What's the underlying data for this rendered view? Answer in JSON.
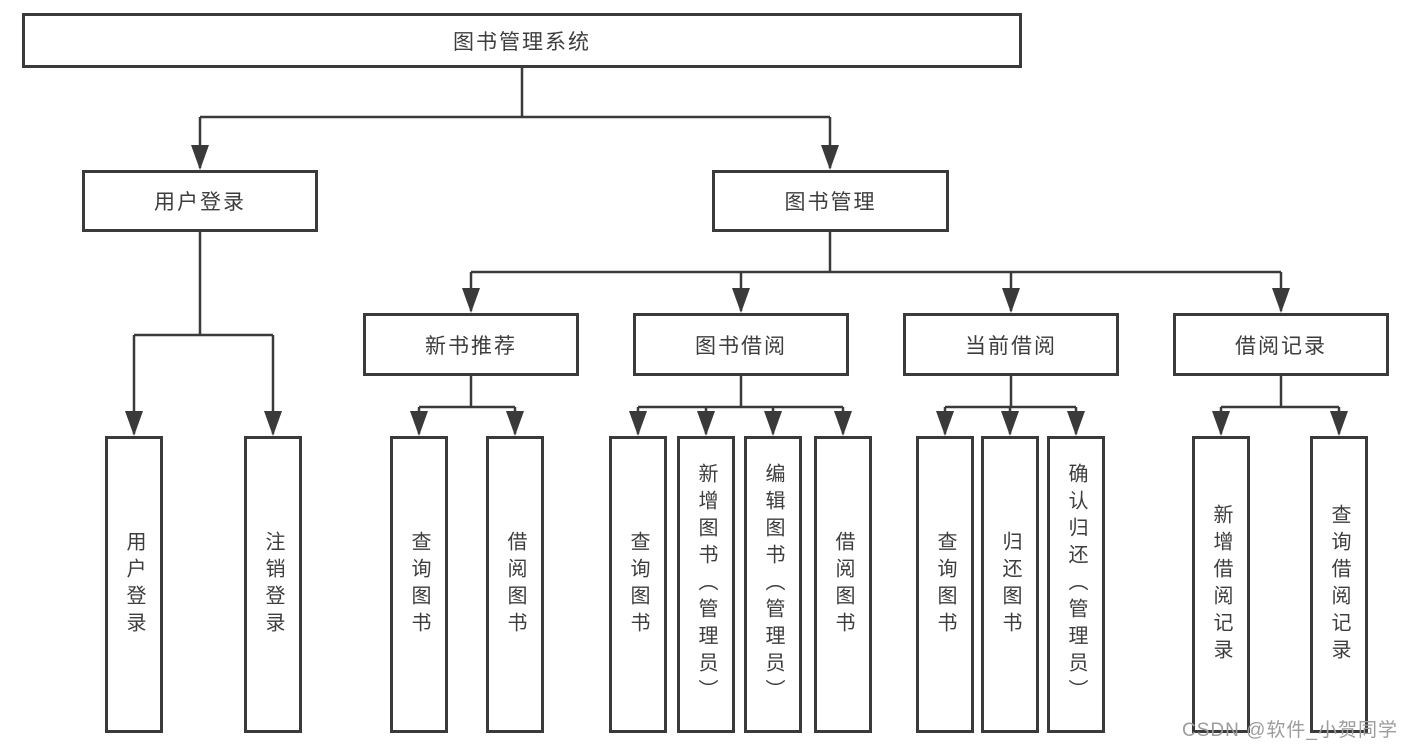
{
  "diagram": {
    "title": "图书管理系统",
    "colors": {
      "line": "#3a3a3a",
      "box_border": "#3a3a3a",
      "text": "#3d3d3d",
      "background": "#ffffff",
      "watermark": "#9c9c9c"
    },
    "nodes": {
      "root": {
        "label": "图书管理系统"
      },
      "user_login": {
        "label": "用户登录"
      },
      "book_management": {
        "label": "图书管理"
      },
      "new_book_recommend": {
        "label": "新书推荐"
      },
      "book_borrowing": {
        "label": "图书借阅"
      },
      "current_borrowing": {
        "label": "当前借阅"
      },
      "borrowing_records": {
        "label": "借阅记录"
      },
      "leaf_user_login": {
        "label": "用户登录"
      },
      "leaf_logout": {
        "label": "注销登录"
      },
      "leaf_nb_query_books": {
        "label": "查询图书"
      },
      "leaf_nb_borrow_books": {
        "label": "借阅图书"
      },
      "leaf_bb_query_books": {
        "label": "查询图书"
      },
      "leaf_bb_add_books": {
        "label": "新增图书（管理员）"
      },
      "leaf_bb_edit_books": {
        "label": "编辑图书（管理员）"
      },
      "leaf_bb_borrow_books": {
        "label": "借阅图书"
      },
      "leaf_cb_query_books": {
        "label": "查询图书"
      },
      "leaf_cb_return_books": {
        "label": "归还图书"
      },
      "leaf_cb_confirm_return": {
        "label": "确认归还（管理员）"
      },
      "leaf_br_add_record": {
        "label": "新增借阅记录"
      },
      "leaf_br_query_record": {
        "label": "查询借阅记录"
      }
    },
    "hierarchy": {
      "图书管理系统": {
        "用户登录": [
          "用户登录",
          "注销登录"
        ],
        "图书管理": {
          "新书推荐": [
            "查询图书",
            "借阅图书"
          ],
          "图书借阅": [
            "查询图书",
            "新增图书（管理员）",
            "编辑图书（管理员）",
            "借阅图书"
          ],
          "当前借阅": [
            "查询图书",
            "归还图书",
            "确认归还（管理员）"
          ],
          "借阅记录": [
            "新增借阅记录",
            "查询借阅记录"
          ]
        }
      }
    }
  },
  "watermark": {
    "text": "CSDN @软件_小贺同学"
  }
}
